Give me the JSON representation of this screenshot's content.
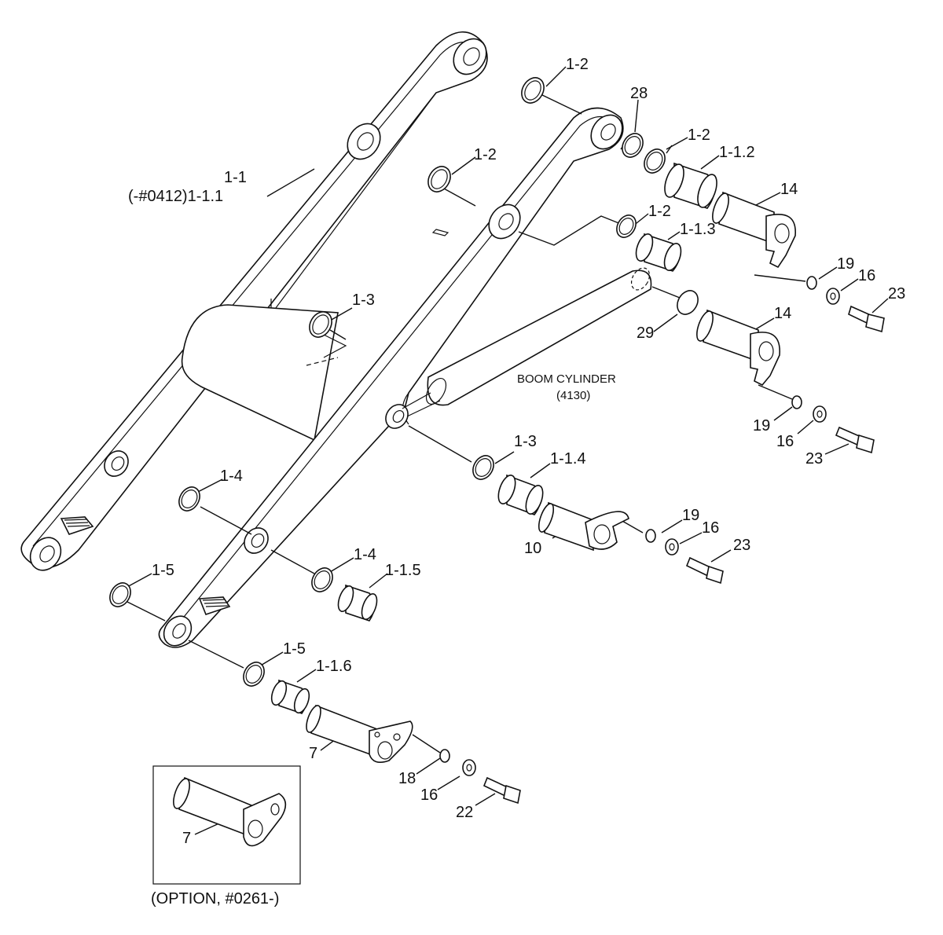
{
  "labels": {
    "boom_pn": "1-1",
    "boom_sub": "(-#0412)1-1.1",
    "ring_1_2_a": "1-2",
    "ring_1_2_b": "1-2",
    "ring_1_2_c": "1-2",
    "ring_1_2_d": "1-2",
    "ring_28": "28",
    "bush_1_1_2": "1-1.2",
    "bush_1_1_3": "1-1.3",
    "pin_14_a": "14",
    "pin_14_b": "14",
    "ring_29": "29",
    "washer_19_a": "19",
    "washer_19_b": "19",
    "washer_19_c": "19",
    "washer_16_a": "16",
    "washer_16_b": "16",
    "washer_16_c": "16",
    "washer_16_d": "16",
    "bolt_23_a": "23",
    "bolt_23_b": "23",
    "bolt_23_c": "23",
    "ring_1_3_a": "1-3",
    "ring_1_3_b": "1-3",
    "bush_1_1_4": "1-1.4",
    "pin_10": "10",
    "ring_1_4_a": "1-4",
    "ring_1_4_b": "1-4",
    "bush_1_1_5": "1-1.5",
    "ring_1_5_a": "1-5",
    "ring_1_5_b": "1-5",
    "bush_1_1_6": "1-1.6",
    "pin_7": "7",
    "washer_18": "18",
    "bolt_22": "22",
    "option_pin_7": "7",
    "cylinder_name": "BOOM CYLINDER",
    "cylinder_ref": "(4130)",
    "option_caption": "(OPTION, #0261-)"
  }
}
